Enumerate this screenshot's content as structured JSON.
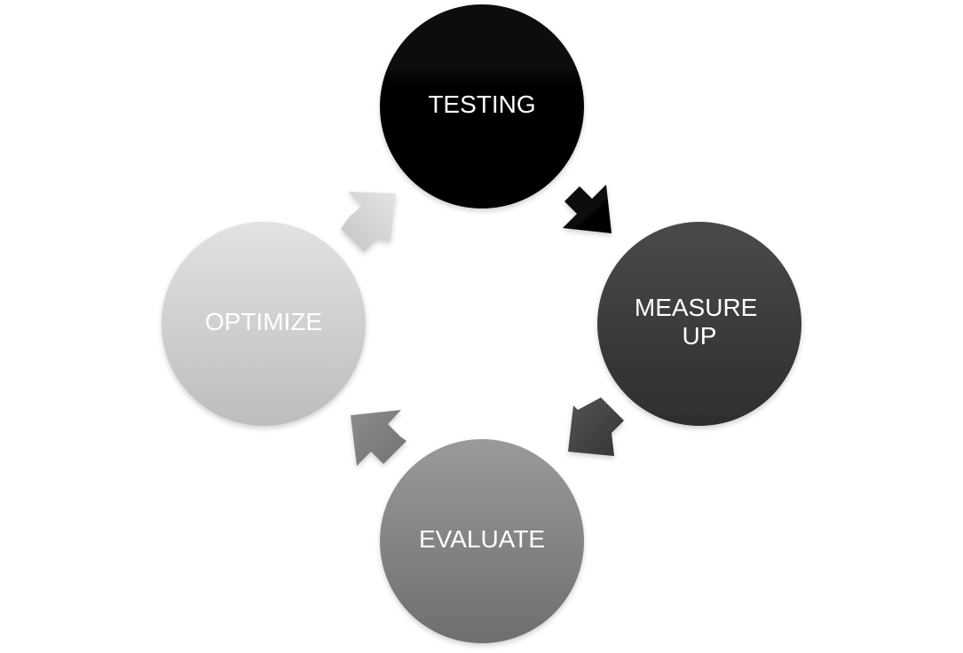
{
  "diagram": {
    "type": "cycle",
    "nodes": [
      {
        "id": "testing",
        "lines": [
          "TESTING"
        ]
      },
      {
        "id": "measure",
        "lines": [
          "MEASURE",
          "UP"
        ]
      },
      {
        "id": "evaluate",
        "lines": [
          "EVALUATE"
        ]
      },
      {
        "id": "optimize",
        "lines": [
          "OPTIMIZE"
        ]
      }
    ],
    "edges": [
      {
        "from": "testing",
        "to": "measure"
      },
      {
        "from": "measure",
        "to": "evaluate"
      },
      {
        "from": "evaluate",
        "to": "optimize"
      },
      {
        "from": "optimize",
        "to": "testing"
      }
    ]
  }
}
